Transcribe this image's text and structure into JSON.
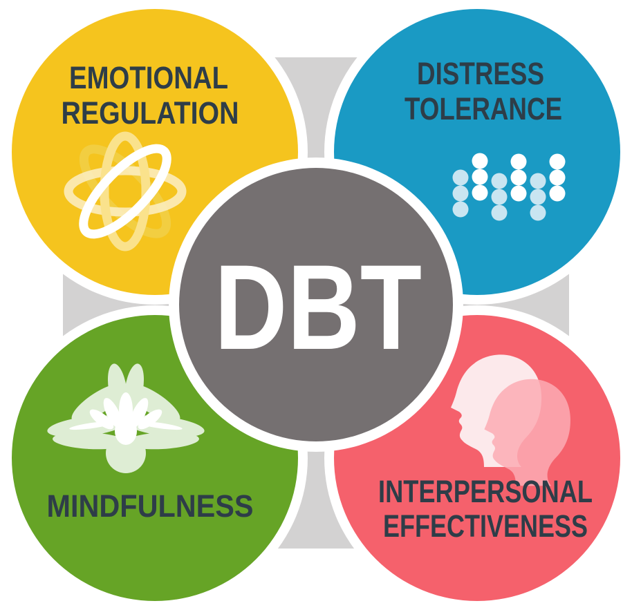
{
  "diagram": {
    "title": "DBT",
    "center": {
      "label": "DBT"
    },
    "quadrants": [
      {
        "id": "emotional-regulation",
        "position": "top-left",
        "line1": "EMOTIONAL",
        "line2": "REGULATION",
        "color": "#F5C41E",
        "icon": "atom-icon"
      },
      {
        "id": "distress-tolerance",
        "position": "top-right",
        "line1": "DISTRESS",
        "line2": "TOLERANCE",
        "color": "#1A9AC4",
        "icon": "molecule-dots-icon"
      },
      {
        "id": "mindfulness",
        "position": "bottom-left",
        "line1": "MINDFULNESS",
        "color": "#66A426",
        "icon": "lotus-flower-icon"
      },
      {
        "id": "interpersonal-effectiveness",
        "position": "bottom-right",
        "line1": "INTERPERSONAL",
        "line2": "EFFECTIVENESS",
        "color": "#F5616C",
        "icon": "profile-heads-icon"
      }
    ],
    "colors": {
      "background": "#FFFFFF",
      "connector_cross": "#D3D2D2",
      "circle_ring": "#FFFFFF",
      "center_circle": "#757071",
      "center_text": "#FFFFFF",
      "label_text": "#2E3D48",
      "atom_rings": [
        "#F2CF45",
        "#FBEEC6",
        "#FAE28C",
        "#FFFFFF"
      ],
      "molecule_dot_light": "#C9E5F1",
      "molecule_dot_white": "#FFFFFF",
      "lotus_petal": "#DEEDD4",
      "lotus_highlight": "#FFFFFF",
      "head_front": "#FCE9EB",
      "head_back": "#FCACB4"
    }
  }
}
